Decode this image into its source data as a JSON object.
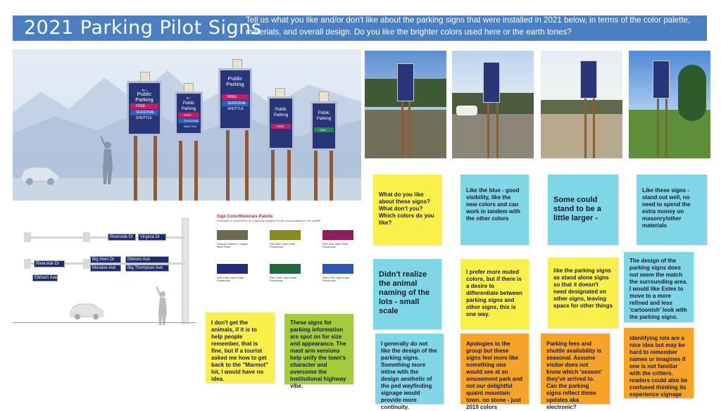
{
  "header": {
    "title": "2021 Parking Pilot Signs",
    "prompt": "Tell us what you like and/or don't like about the parking signs that were installed in 2021 below, in terms of the color palette, materials, and overall design. Do you like the brighter colors used here or the earth tones?"
  },
  "rendering": {
    "signs": [
      {
        "label": "Public Parking",
        "free": "FREE",
        "shuttle": "SEASONAL SHUTTLE"
      },
      {
        "label": "Public Parking",
        "free": "FREE",
        "shuttle": "SEASONAL SHUTTLE"
      },
      {
        "label": "Public Parking",
        "free": "FREE",
        "shuttle": "SEASONAL SHUTTLE"
      },
      {
        "label": "Public Parking",
        "free": "FREE",
        "shuttle": ""
      },
      {
        "label": "Public Parking",
        "free": "PAID",
        "shuttle": ""
      }
    ]
  },
  "drawing": {
    "street_signs": [
      "Riverside Dr",
      "Virginia Dr",
      "Riverside Dr",
      "Big Horn Dr",
      "Moraine Ave",
      "Elkhorn Ave",
      "Big Thompson Ave",
      "Elkhorn Ave"
    ]
  },
  "palette": {
    "title": "Sign Color/Materials Palette",
    "subtitle": "Fabricator is responsible for supplying samples for all colors/materials in the palette.",
    "swatches": [
      {
        "id": "01",
        "label": "Treasure Timbers 4\" Square Wood Posts",
        "color": "#6b6a4a"
      },
      {
        "id": "02",
        "label": "PMS 582C Satin Finish Powdercoat",
        "color": "#8a8a1f"
      },
      {
        "id": "03",
        "label": "PMS 235C Satin Finish Powdercoat",
        "color": "#8b1f5c"
      },
      {
        "id": "04",
        "label": "PMS 2755C Satin Finish Powdercoat",
        "color": "#252d7a"
      },
      {
        "id": "05",
        "label": "PMS 7484C Satin Finish Powdercoat",
        "color": "#1e6a3a"
      },
      {
        "id": "06",
        "label": "PMS 2728C Satin Finish Powdercoat",
        "color": "#2f55b5"
      }
    ]
  },
  "notes": [
    {
      "id": "n1",
      "color": "yellow",
      "text": "What do you like about these signs? What don't you? Which colors do you like?"
    },
    {
      "id": "n2",
      "color": "blue",
      "text": "Like the blue - good visibility, like the new colors and can work in tandem with the other colors"
    },
    {
      "id": "n3",
      "color": "blue",
      "text": "Some could stand to be a little larger -"
    },
    {
      "id": "n4",
      "color": "blue",
      "text": "Like these signs - stand out well, no need to spend the extra money on masonry/other materials"
    },
    {
      "id": "n5",
      "color": "blue",
      "text": "Didn't realize the animal naming of the lots - small scale"
    },
    {
      "id": "n6",
      "color": "yellow",
      "text": "I prefer more muted colors, but if there is a desire to differentiate between parking signs and other signs, this is one way."
    },
    {
      "id": "n7",
      "color": "yellow",
      "text": "like the parking signs as stand alone signs so that it doesn't need designated on other signs, leaving space for other things"
    },
    {
      "id": "n8",
      "color": "blue",
      "text": "The design of the parking signs does not seem the match the surrounding area. I would like Estes to move to a more refined and less 'cartoonish' look with the parking signs."
    },
    {
      "id": "n9",
      "color": "yellow",
      "text": "I don't get the animals, if it is to help people remember, that is fine, but if a tourist asked me how to get back to the \"Marmot\" lot, I would have no idea."
    },
    {
      "id": "n10",
      "color": "green",
      "text": "These signs for parking information are spot on for size and appearance. The mast arm versions help unify the town's character and overcome the institutional highway vibe."
    },
    {
      "id": "n11",
      "color": "blue",
      "text": "I generally do not like the design of the parking signs. Something more inline with the design aesthetic of the ped wayfinding signage would provide more continuity."
    },
    {
      "id": "n12",
      "color": "orange",
      "text": "Apologies to the group but these signs feel more like something one would see at an amusement park and not our delightful quaint mountain town. no stone - just 2019 colors"
    },
    {
      "id": "n13",
      "color": "orange",
      "text": "Parking fees and shuttle availability is seasonal. Assume visitor does not know which 'season' they've arrived to. Can the parking signs reflect those updates aka electronic?"
    },
    {
      "id": "n14",
      "color": "orange",
      "text": "identifying lots are a nice idea but may be hard to remember names or imagines if one is not familiar with the critters. readers could also be confused thinking its experience signage"
    }
  ]
}
